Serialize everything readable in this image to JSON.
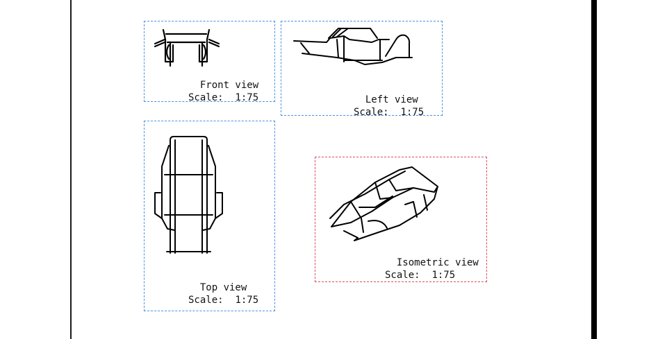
{
  "sheet": {
    "frame_color_default": "#4a90e2",
    "frame_color_active": "#e04a5f"
  },
  "views": [
    {
      "id": "front",
      "title": "Front view",
      "scale_label": "Scale:",
      "scale_value": "1:75",
      "active": false
    },
    {
      "id": "left",
      "title": "Left view",
      "scale_label": "Scale:",
      "scale_value": "1:75",
      "active": false
    },
    {
      "id": "top",
      "title": "Top view",
      "scale_label": "Scale:",
      "scale_value": "1:75",
      "active": false
    },
    {
      "id": "isometric",
      "title": "Isometric view",
      "scale_label": "Scale:",
      "scale_value": "1:75",
      "active": true
    }
  ]
}
